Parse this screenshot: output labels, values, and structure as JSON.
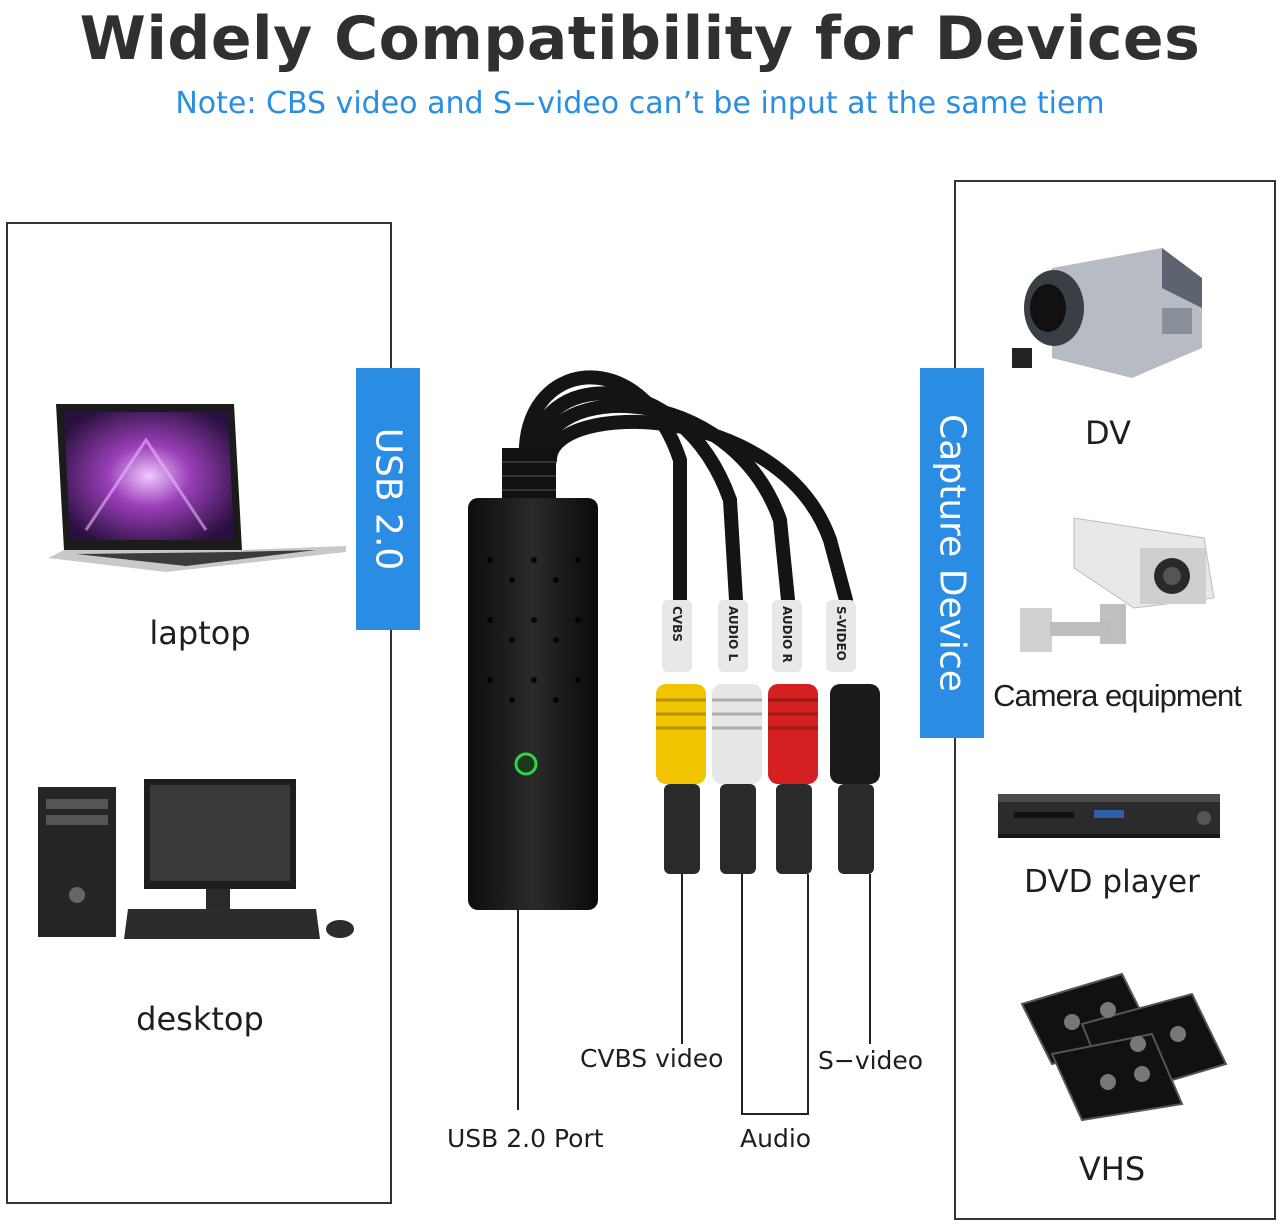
{
  "title": "Widely Compatibility for Devices",
  "note": "Note: CBS video and S−video can’t be input at the same tiem",
  "left_panel": {
    "tab_label": "USB 2.0",
    "items": [
      {
        "label": "laptop",
        "icon": "laptop-icon"
      },
      {
        "label": "desktop",
        "icon": "desktop-computer-icon"
      }
    ]
  },
  "right_panel": {
    "tab_label": "Capture Device",
    "items": [
      {
        "label": "DV",
        "icon": "camcorder-icon"
      },
      {
        "label": "Camera equipment",
        "icon": "security-camera-icon"
      },
      {
        "label": "DVD player",
        "icon": "dvd-player-icon"
      },
      {
        "label": "VHS",
        "icon": "vhs-tapes-icon"
      }
    ]
  },
  "device": {
    "plug_labels": [
      "CVBS",
      "AUDIO L",
      "AUDIO R",
      "S-VIDEO"
    ],
    "callouts": {
      "usb_port": "USB 2.0 Port",
      "cvbs": "CVBS video",
      "audio": "Audio",
      "svideo": "S−video"
    }
  },
  "colors": {
    "accent_blue": "#2a8de3",
    "cvbs_yellow": "#f2c400",
    "audio_left_white": "#e6e6e6",
    "audio_right_red": "#d42020",
    "svideo_black": "#1a1a1a"
  }
}
